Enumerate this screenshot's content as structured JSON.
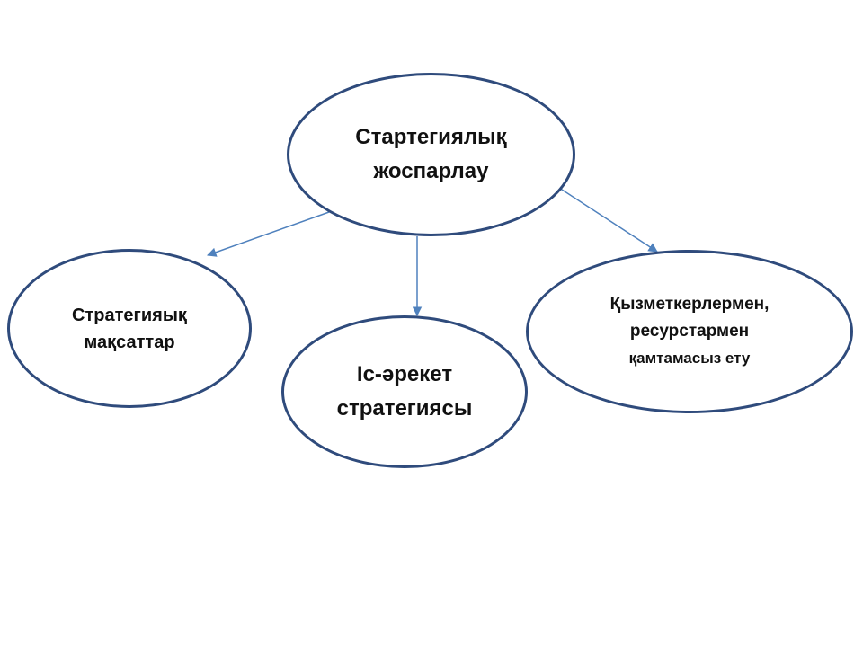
{
  "diagram": {
    "edge_color": "#4f81bd",
    "node_border_color": "#2f4b7c",
    "nodes": {
      "top": {
        "lines": [
          "Стартегиялық",
          "жоспарлау"
        ]
      },
      "left": {
        "lines": [
          "Стратегияық",
          "мақсаттар"
        ]
      },
      "center": {
        "lines": [
          "Іс-әрекет",
          "стратегиясы"
        ]
      },
      "right": {
        "lines": [
          "Қызметкерлермен,",
          "ресурстармен",
          "қамтамасыз ету"
        ]
      }
    },
    "edges": [
      {
        "from": "top",
        "to": "left"
      },
      {
        "from": "top",
        "to": "center"
      },
      {
        "from": "top",
        "to": "right"
      }
    ]
  }
}
